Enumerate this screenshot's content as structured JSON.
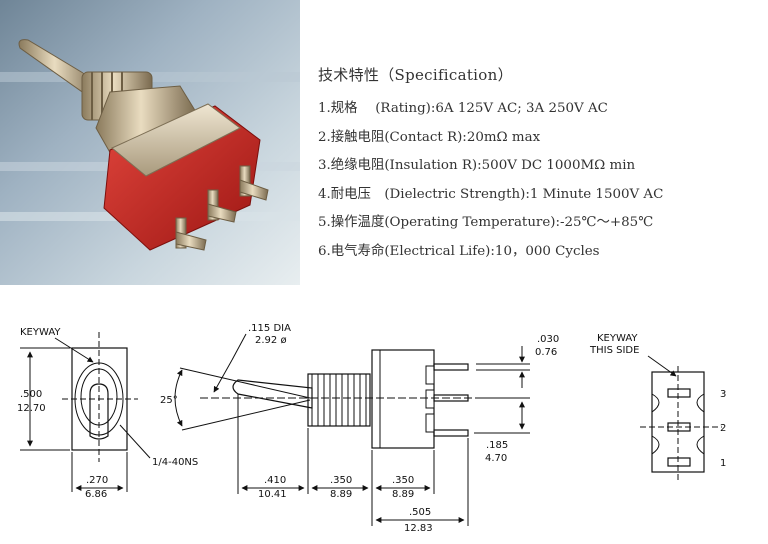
{
  "specification": {
    "title": "技术特性（Specification）",
    "items": [
      "1.规格　  (Rating):6A 125V AC; 3A 250V AC",
      "2.接触电阻(Contact R):20mΩ max",
      "3.绝缘电阻(Insulation R):500V DC 1000MΩ min",
      "4.耐电压　(Dielectric Strength):1 Minute 1500V AC",
      "5.操作温度(Operating Temperature):-25℃～+85℃",
      "6.电气寿命(Electrical Life):10，000 Cycles"
    ]
  },
  "drawing": {
    "keyway_label": "KEYWAY",
    "height_in": ".500",
    "height_mm": "12.70",
    "thread_label": "1/4-40NS",
    "front_width_in": ".270",
    "front_width_mm": "6.86",
    "angle_label": "25°",
    "dia_in": ".115 DIA",
    "dia_mm": "2.92 ø",
    "lever_len_in": ".410",
    "lever_len_mm": "10.41",
    "bush_len_in": ".350",
    "bush_len_mm": "8.89",
    "body_len_in": ".350",
    "body_len_mm": "8.89",
    "total_len_in": ".505",
    "total_len_mm": "12.83",
    "terminal_thick_in": ".030",
    "terminal_thick_mm": "0.76",
    "terminal_pitch_in": ".185",
    "terminal_pitch_mm": "4.70",
    "keyway_side_line1": "KEYWAY",
    "keyway_side_line2": "THIS SIDE",
    "pin_3": "3",
    "pin_2": "2",
    "pin_1": "1"
  }
}
